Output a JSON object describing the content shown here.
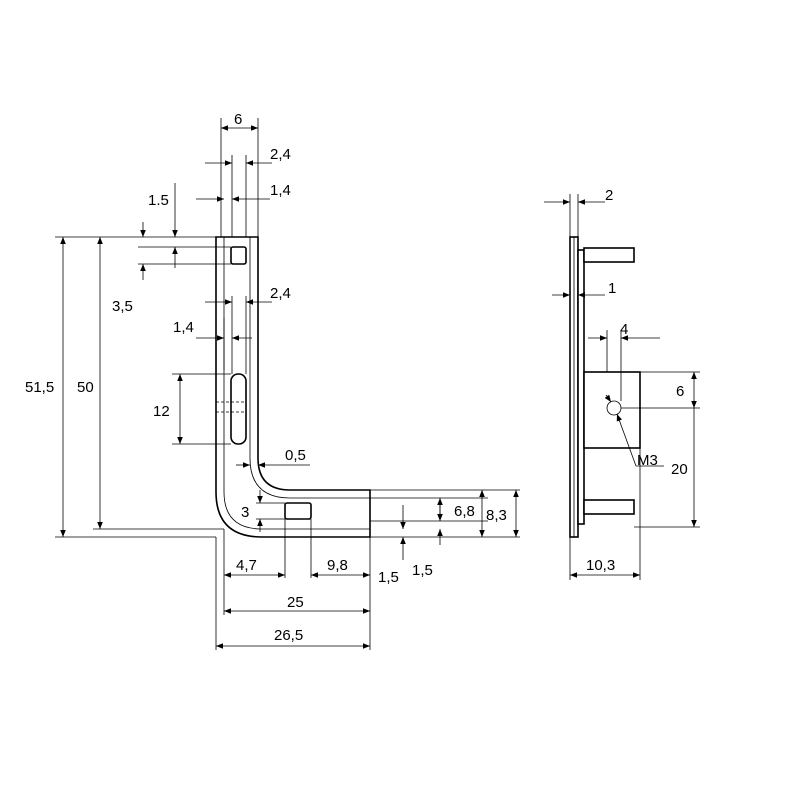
{
  "drawing": {
    "front_view": {
      "dims": {
        "width_top": "6",
        "d_2_4_a": "2,4",
        "d_1_4_a": "1,4",
        "d_1_5_a": "1.5",
        "d_3_5": "3,5",
        "d_2_4_b": "2,4",
        "d_1_4_b": "1,4",
        "d_12": "12",
        "d_51_5": "51,5",
        "d_50": "50",
        "d_0_5": "0,5",
        "d_3": "3",
        "d_6_8": "6,8",
        "d_8_3": "8,3",
        "d_4_7": "4,7",
        "d_9_8": "9,8",
        "d_1_5_b": "1,5",
        "d_1_5_c": "1,5",
        "d_25": "25",
        "d_26_5": "26,5"
      }
    },
    "side_view": {
      "dims": {
        "d_2": "2",
        "d_1": "1",
        "d_4": "4",
        "d_6": "6",
        "thread": "M3",
        "d_20": "20",
        "d_10_3": "10,3"
      }
    }
  }
}
